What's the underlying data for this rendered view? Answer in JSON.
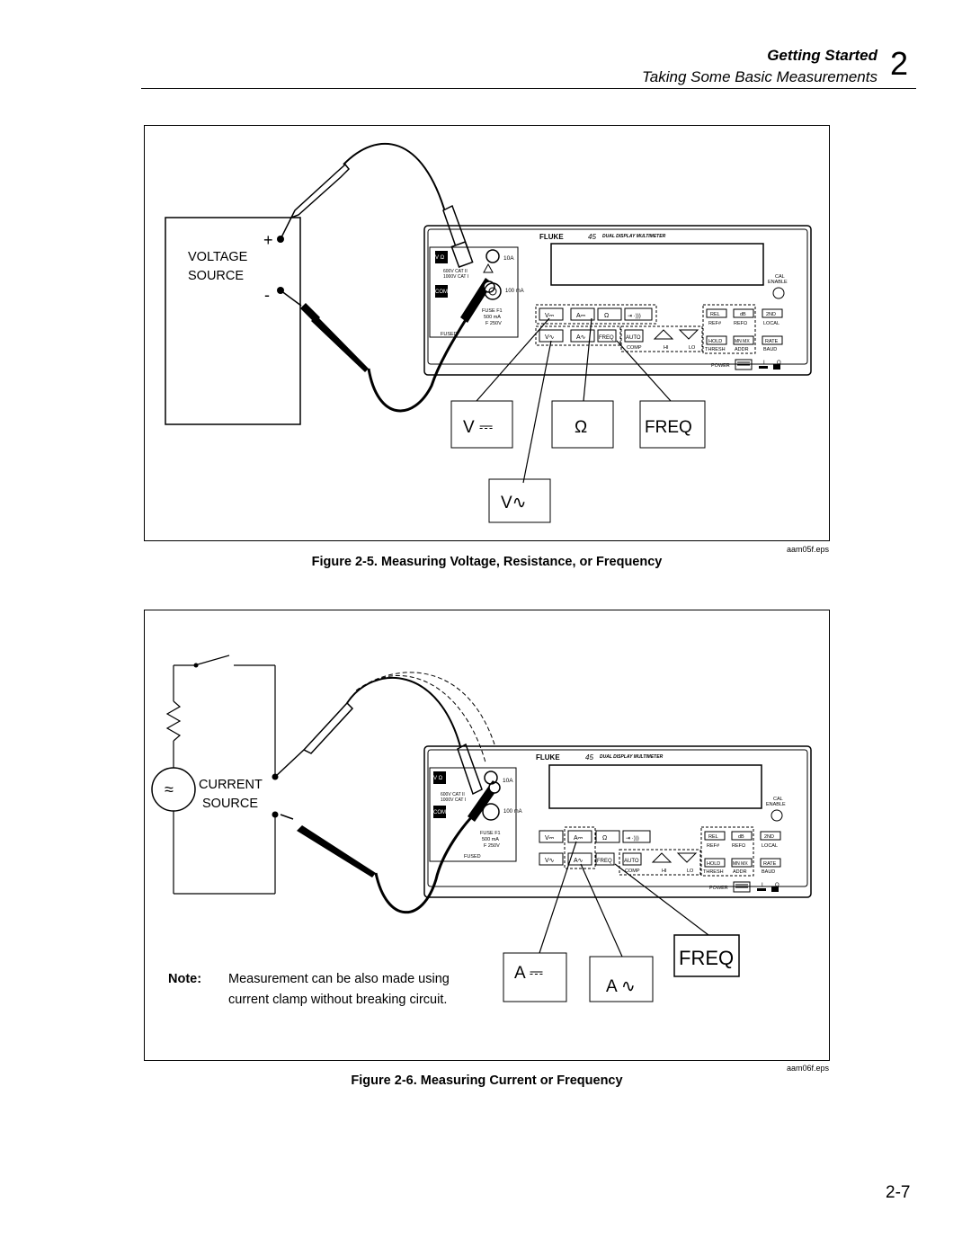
{
  "header": {
    "section": "Getting Started",
    "subtitle": "Taking Some Basic Measurements",
    "chapter": "2"
  },
  "meter": {
    "brand": "FLUKE",
    "model": "45",
    "model_desc": "DUAL DISPLAY MULTIMETER",
    "jack_10a": "10A",
    "jack_100ma": "100 mA",
    "jack_com": "COM",
    "jack_vohm": "V Ω",
    "rating_1": "600V CAT II",
    "rating_2": "1000V CAT I",
    "fuse_1": "FUSE F1",
    "fuse_2": "500 mA",
    "fuse_3": "F 250V",
    "fused": "FUSED",
    "cal_1": "CAL",
    "cal_2": "ENABLE",
    "btn_vdc": "V⎓",
    "btn_adc": "A⎓",
    "btn_ohm": "Ω",
    "btn_diode": "⇥ ·)))",
    "btn_vac": "V∿",
    "btn_aac": "A∿",
    "btn_freq": "FREQ",
    "btn_auto": "AUTO",
    "lbl_comp": "COMP",
    "lbl_hi": "HI",
    "lbl_lo": "LO",
    "btn_rel": "REL",
    "btn_db": "dB",
    "btn_2nd": "2ND",
    "lbl_ref_hash": "REF#",
    "lbl_ref_ohm": "REFΩ",
    "lbl_local": "LOCAL",
    "btn_hold": "HOLD",
    "btn_minmax": "MN MX",
    "btn_rate": "RATE",
    "lbl_thresh": "THRESH",
    "lbl_addr": "ADDR",
    "lbl_baud": "BAUD",
    "lbl_power": "POWER",
    "lbl_on": "I",
    "lbl_off": "O"
  },
  "figure5": {
    "source_line1": "VOLTAGE",
    "source_line2": "SOURCE",
    "plus": "+",
    "minus": "-",
    "callouts": [
      "V ⎓",
      "Ω",
      "FREQ",
      "V∿"
    ],
    "filename": "aam05f.eps",
    "caption": "Figure 2-5. Measuring Voltage, Resistance, or Frequency"
  },
  "figure6": {
    "source_line1": "CURRENT",
    "source_line2": "SOURCE",
    "callouts": [
      "A ⎓",
      "A ∿",
      "FREQ"
    ],
    "note_label": "Note:",
    "note_line1": "Measurement can be also made using",
    "note_line2": "current clamp without breaking circuit.",
    "filename": "aam06f.eps",
    "caption": "Figure 2-6. Measuring Current or Frequency"
  },
  "footer": {
    "page": "2-7"
  }
}
